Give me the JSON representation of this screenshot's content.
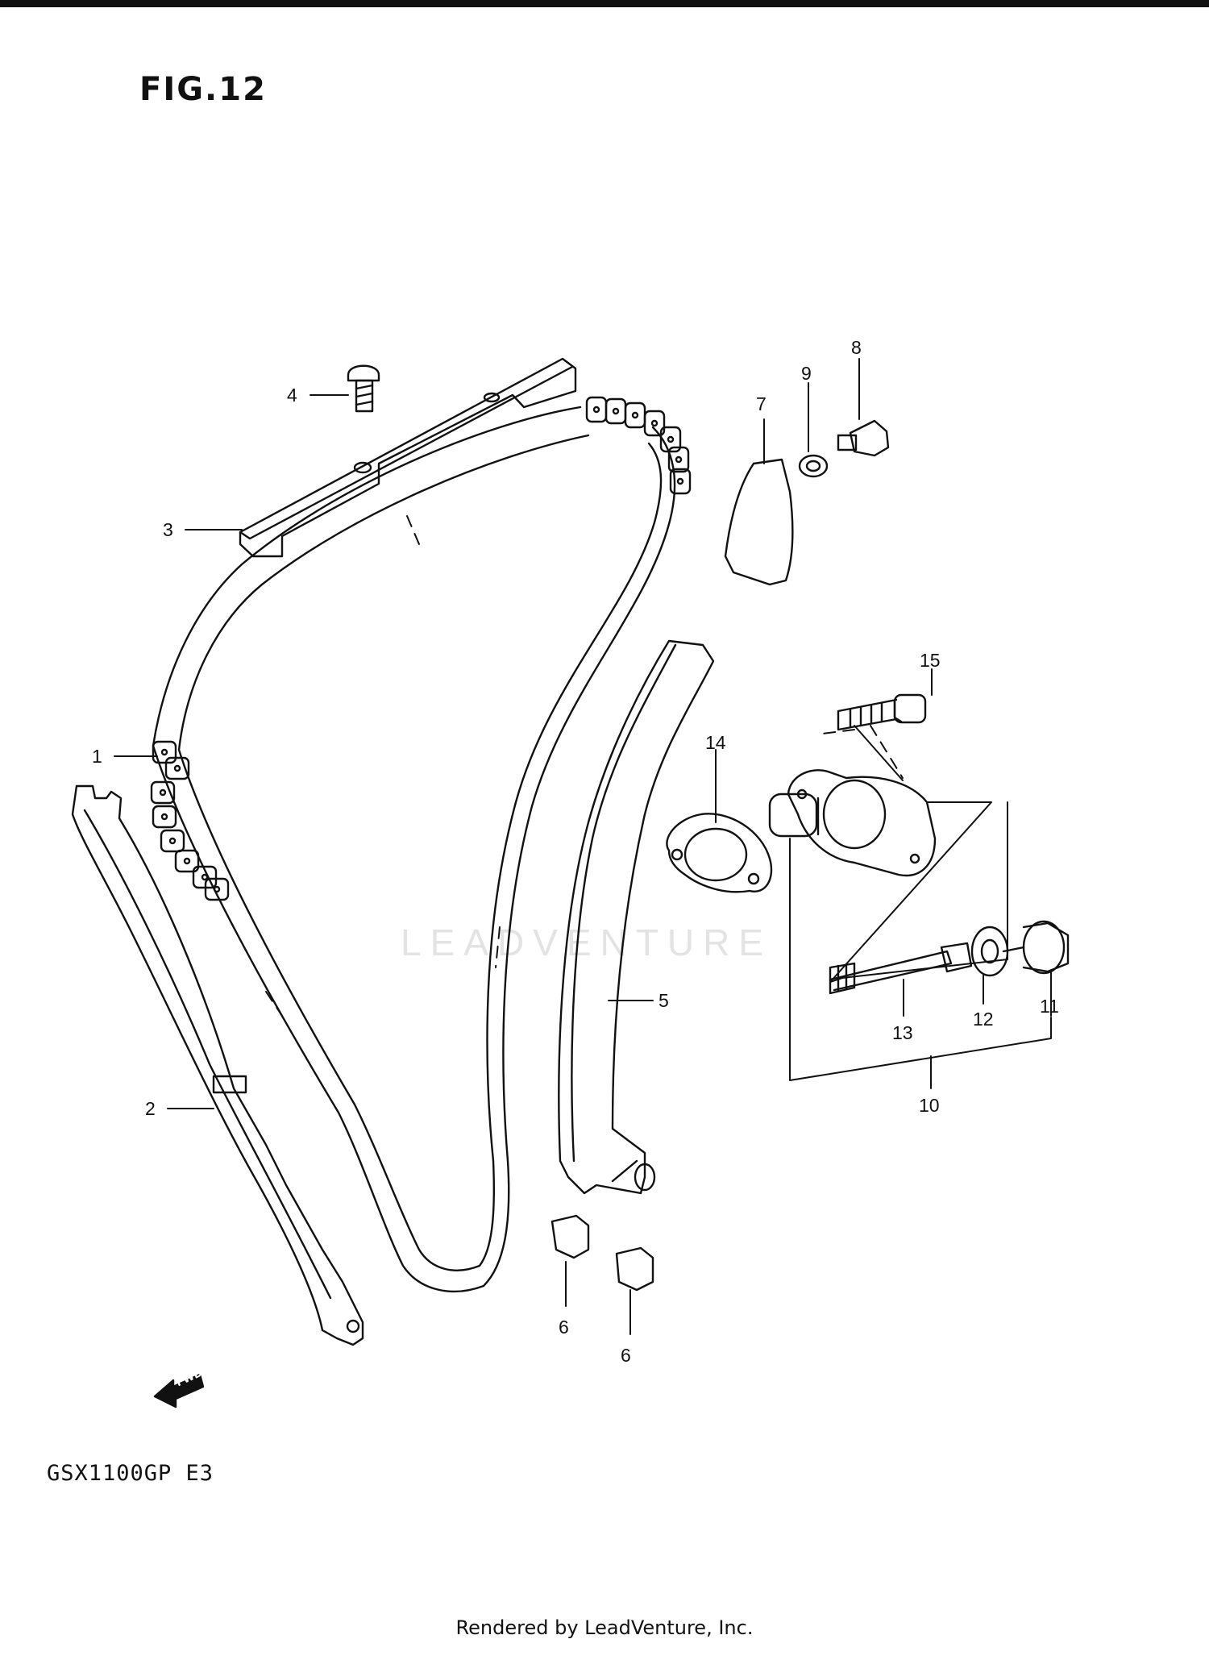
{
  "header": {
    "figure_title": "FIG.12"
  },
  "footer": {
    "model_code": "GSX1100GP  E3",
    "rendered_by": "Rendered by LeadVenture, Inc."
  },
  "watermark": {
    "text": "LEADVENTURE"
  },
  "orientation_arrow": {
    "label": "FWD"
  },
  "callouts": [
    {
      "label": "1"
    },
    {
      "label": "2"
    },
    {
      "label": "3"
    },
    {
      "label": "4"
    },
    {
      "label": "5"
    },
    {
      "label": "6"
    },
    {
      "label": "6"
    },
    {
      "label": "7"
    },
    {
      "label": "8"
    },
    {
      "label": "9"
    },
    {
      "label": "10"
    },
    {
      "label": "11"
    },
    {
      "label": "12"
    },
    {
      "label": "13"
    },
    {
      "label": "14"
    },
    {
      "label": "15"
    }
  ],
  "colors": {
    "ink": "#111111",
    "watermark": "#e3e3e3",
    "background": "#ffffff"
  }
}
